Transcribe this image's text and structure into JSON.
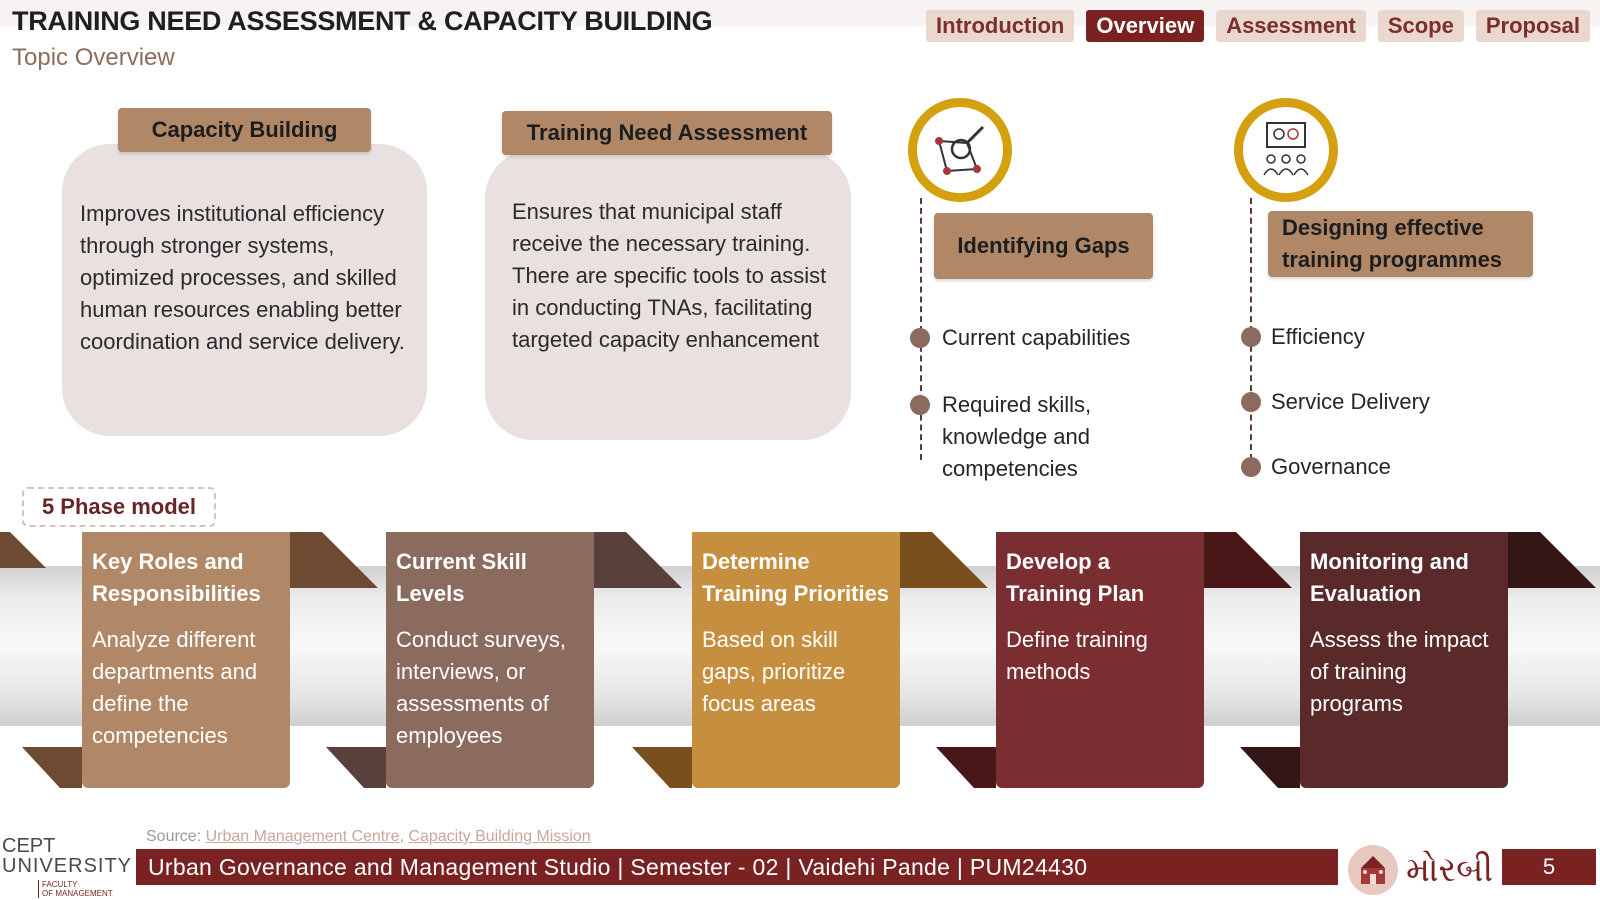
{
  "header": {
    "title": "TRAINING NEED ASSESSMENT & CAPACITY BUILDING",
    "subtitle": "Topic Overview"
  },
  "nav": {
    "tabs": [
      {
        "label": "Introduction",
        "active": false
      },
      {
        "label": "Overview",
        "active": true
      },
      {
        "label": "Assessment",
        "active": false
      },
      {
        "label": "Scope",
        "active": false
      },
      {
        "label": "Proposal",
        "active": false
      }
    ]
  },
  "capacity_building": {
    "tag": "Capacity Building",
    "text": "Improves institutional efficiency through stronger systems, optimized processes, and skilled human resources enabling better coordination and service delivery."
  },
  "tna": {
    "tag": "Training Need Assessment",
    "text": "Ensures that municipal staff receive the necessary training.\nThere are specific tools to assist in conducting TNAs, facilitating targeted capacity enhancement"
  },
  "identifying_gaps": {
    "tag": "Identifying Gaps",
    "icon": "network-magnifier-icon",
    "items": [
      "Current capabilities",
      "Required skills, knowledge and competencies"
    ]
  },
  "designing_programmes": {
    "tag": "Designing effective training programmes",
    "icon": "training-presentation-icon",
    "items": [
      "Efficiency",
      "Service Delivery",
      "Governance"
    ]
  },
  "phase_model": {
    "label": "5 Phase model",
    "phases": [
      {
        "title": "Key Roles and Responsibilities",
        "body": "Analyze different departments and define the competencies",
        "color": "#b08868",
        "fold": "#6e4a32"
      },
      {
        "title": "Current Skill Levels",
        "body": "Conduct surveys, interviews, or assessments of employees",
        "color": "#8c6b5f",
        "fold": "#5a403a"
      },
      {
        "title": "Determine Training Priorities",
        "body": "Based on skill gaps, prioritize focus areas",
        "color": "#c68f40",
        "fold": "#7a4f1d"
      },
      {
        "title": "Develop a Training Plan",
        "body": "Define training methods",
        "color": "#7a2e32",
        "fold": "#4a1719"
      },
      {
        "title": "Monitoring and Evaluation",
        "body": "Assess the impact of training programs",
        "color": "#5a2a2a",
        "fold": "#341616"
      }
    ]
  },
  "footer": {
    "source_label": "Source:",
    "source_link_1": "Urban Management Centre",
    "source_separator": ",",
    "source_link_2": "Capacity Building Mission",
    "bar_text": "Urban Governance and Management Studio | Semester - 02 | Vaidehi Pande | PUM24430",
    "page_number": "5",
    "logo_line1": "CEPT",
    "logo_line2": "UNIVERSITY",
    "logo_sub_1": "FACULTY",
    "logo_sub_2": "OF MANAGEMENT",
    "city_name": "મોરબી"
  }
}
